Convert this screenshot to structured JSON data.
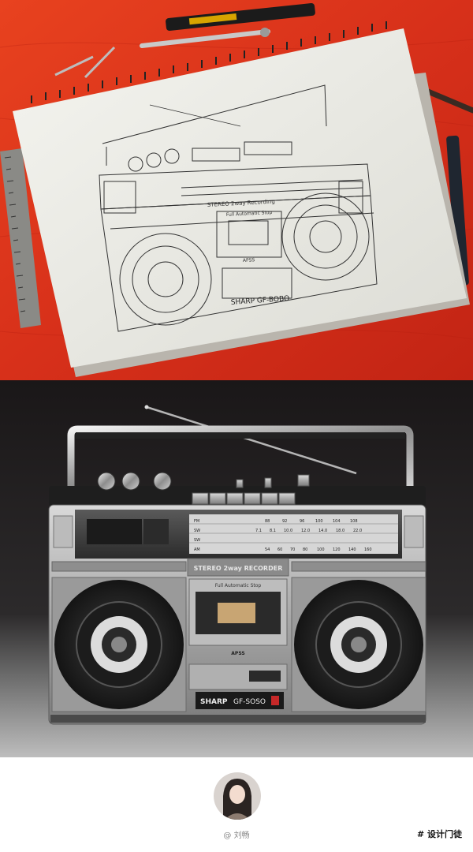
{
  "sketch": {
    "brand_model": "SHARP GF-BOBO",
    "panel_top_text": "STEREO 2way Recording",
    "panel_sub_text": "Full Automatic Stop",
    "button_label": "APSS"
  },
  "render": {
    "brand": "SHARP",
    "model": "GF-SOSO",
    "panel_top_text": "STEREO 2way RECORDER",
    "cassette_top_text": "Full Automatic Stop",
    "apss_label": "APSS",
    "band_labels": [
      "FM",
      "SW",
      "SW",
      "AM"
    ],
    "band_scale_fm": [
      "88",
      "92",
      "96",
      "100",
      "104",
      "108"
    ],
    "band_scale_sw": [
      "7.1",
      "8.1",
      "10.0",
      "12.0",
      "14.0",
      "18.0",
      "22.0"
    ],
    "band_scale_am": [
      "54",
      "60",
      "70",
      "80",
      "100",
      "120",
      "140",
      "160"
    ]
  },
  "footer": {
    "author": "@ 刘畅",
    "tag": "# 设计门徒"
  }
}
